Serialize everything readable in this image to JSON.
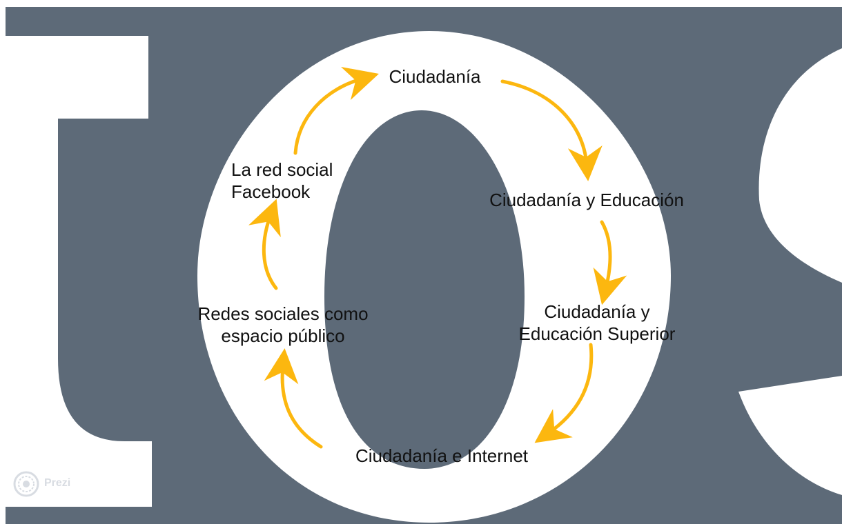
{
  "colors": {
    "background_slate": "#5d6a78",
    "letterform_white": "#ffffff",
    "arrow_yellow": "#fcb70f",
    "text": "#111111"
  },
  "nodes": {
    "ciudadania": {
      "lines": [
        "Ciudadanía"
      ]
    },
    "educacion": {
      "lines": [
        "Ciudadanía y Educación"
      ]
    },
    "superior": {
      "lines": [
        "Ciudadanía y",
        "Educación Superior"
      ]
    },
    "internet": {
      "lines": [
        "Ciudadanía e Internet"
      ]
    },
    "redes": {
      "lines": [
        "Redes sociales como",
        "espacio público"
      ]
    },
    "facebook": {
      "lines": [
        "La red social",
        "Facebook"
      ]
    }
  },
  "watermark": {
    "label": "Prezi",
    "icon": "prezi-logo-icon"
  }
}
